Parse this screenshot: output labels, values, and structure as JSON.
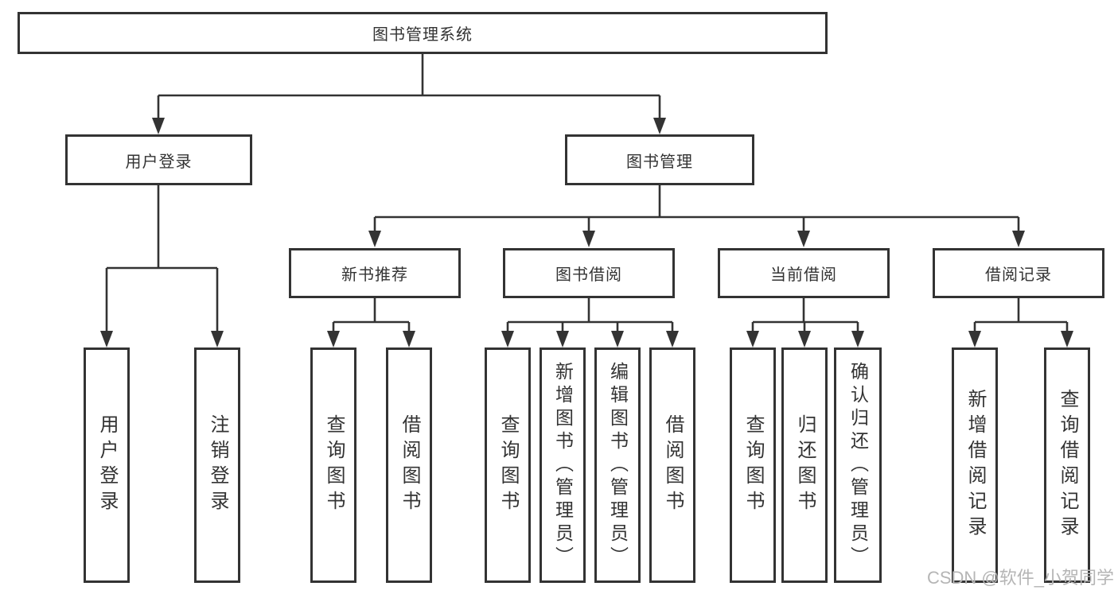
{
  "colors": {
    "line": "#333333",
    "box_border": "#333333",
    "text": "#333333",
    "background": "#ffffff",
    "watermark": "#b5b5b5"
  },
  "diagram": {
    "root": "图书管理系统",
    "level2": [
      "用户登录",
      "图书管理"
    ],
    "level3": [
      "新书推荐",
      "图书借阅",
      "当前借阅",
      "借阅记录"
    ],
    "leaves": {
      "user_login": [
        "用户登录",
        "注销登录"
      ],
      "new_book": [
        "查询图书",
        "借阅图书"
      ],
      "book_borrow": [
        "查询图书",
        "新增图书（管理员）",
        "编辑图书（管理员）",
        "借阅图书"
      ],
      "current_borrow": [
        "查询图书",
        "归还图书",
        "确认归还（管理员）"
      ],
      "borrow_record": [
        "新增借阅记录",
        "查询借阅记录"
      ]
    }
  },
  "watermark": "CSDN @软件_小贺同学"
}
